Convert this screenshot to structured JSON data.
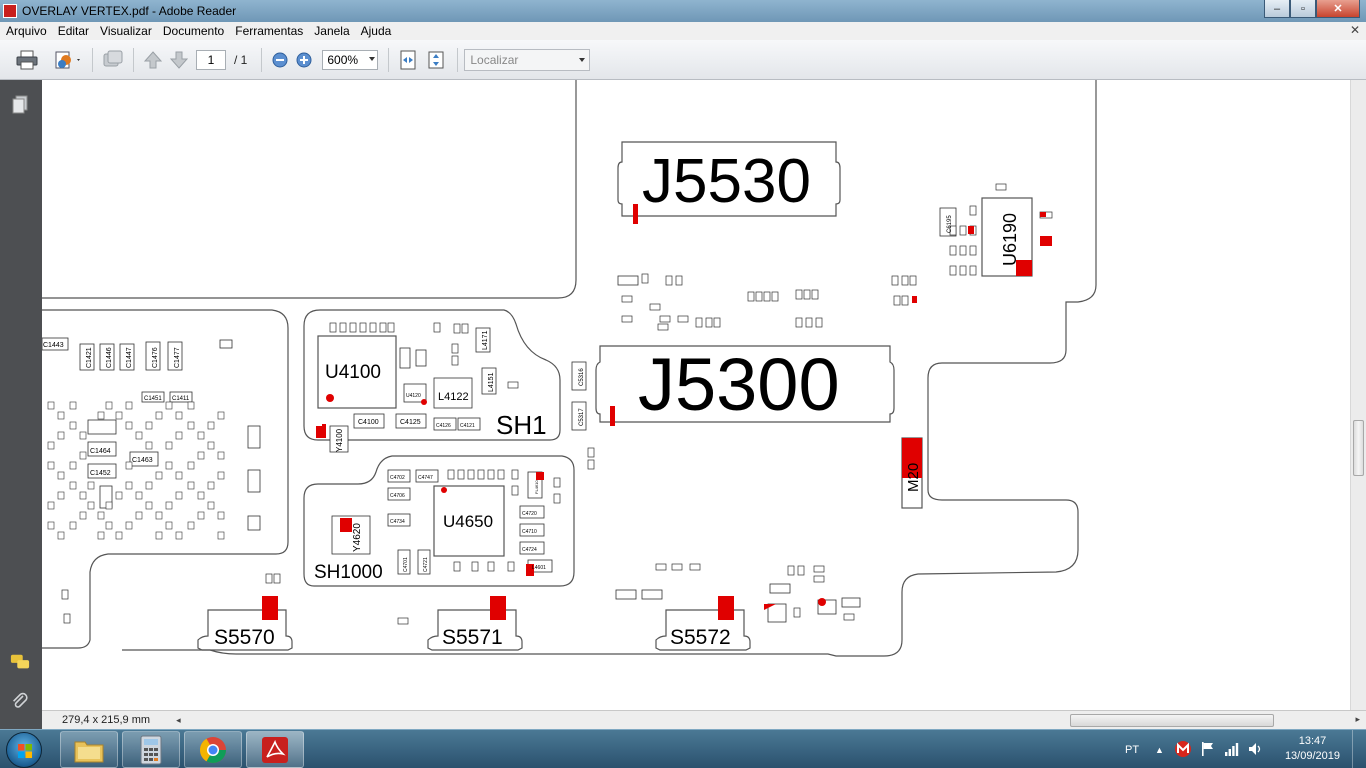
{
  "window": {
    "title": "OVERLAY VERTEX.pdf - Adobe Reader",
    "minimize": "‒",
    "maximize": "▫",
    "close": "✕"
  },
  "menu": {
    "items": [
      "Arquivo",
      "Editar",
      "Visualizar",
      "Documento",
      "Ferramentas",
      "Janela",
      "Ajuda"
    ],
    "close_doc": "✕"
  },
  "toolbar": {
    "page_current": "1",
    "page_total": "/ 1",
    "zoom": "600%",
    "find_placeholder": "Localizar"
  },
  "document": {
    "large_labels": [
      "J5530",
      "J5300",
      "U4100",
      "U4650",
      "U6190",
      "L4122",
      "SH1",
      "SH1000",
      "S5570",
      "S5571",
      "S5572",
      "M20",
      "Y4620",
      "Y4100"
    ],
    "small_labels": [
      "C1443",
      "C1421",
      "C1446",
      "C1447",
      "C1476",
      "C1477",
      "C1451",
      "C1411",
      "C1464",
      "C1452",
      "C1463",
      "C4100",
      "C4125",
      "C4126",
      "C4121",
      "L4171",
      "L4151",
      "U4120",
      "C5316",
      "C5317",
      "C6195",
      "C4702",
      "C4747",
      "C4706",
      "C4734",
      "C4720",
      "C4710",
      "C4724",
      "L4601",
      "FL4610",
      "C4701",
      "C4721"
    ]
  },
  "status": {
    "page_size": "279,4 x 215,9 mm"
  },
  "taskbar": {
    "language": "PT",
    "time": "13:47",
    "date": "13/09/2019"
  },
  "colors": {
    "accent_red": "#e00000",
    "nav_pane": "#4d4f52"
  }
}
